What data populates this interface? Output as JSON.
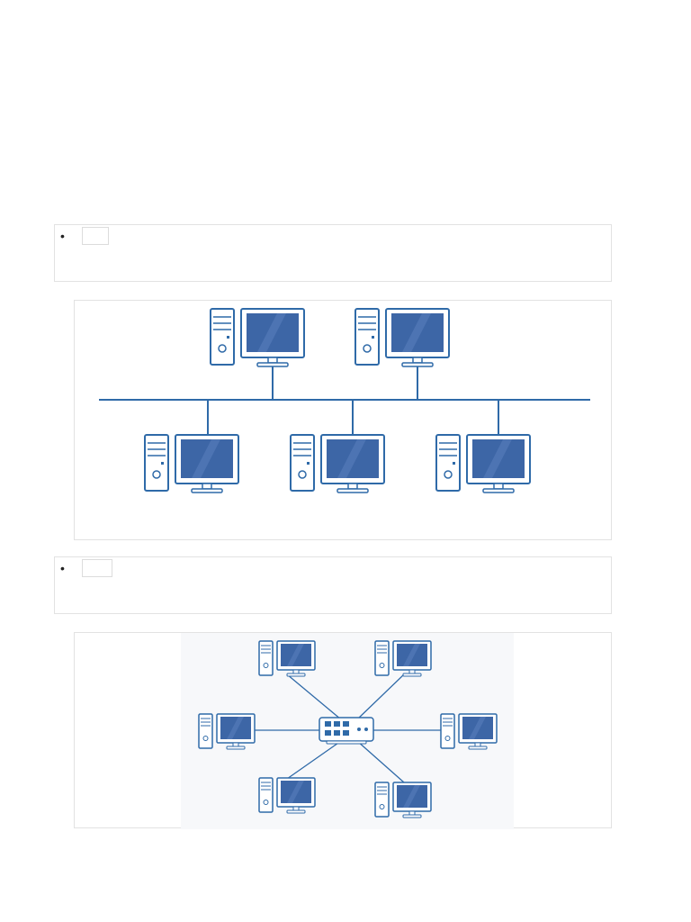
{
  "sections": [
    {
      "bullet": "•",
      "tag_label": ""
    },
    {
      "bullet": "•",
      "tag_label": ""
    }
  ],
  "diagrams": [
    {
      "network": "bus",
      "computers": 5,
      "accent": "#2f6aa8",
      "screen": "#3d66a6"
    },
    {
      "network": "star",
      "computers": 6,
      "accent": "#2f6aa8",
      "screen": "#3d66a6"
    }
  ]
}
